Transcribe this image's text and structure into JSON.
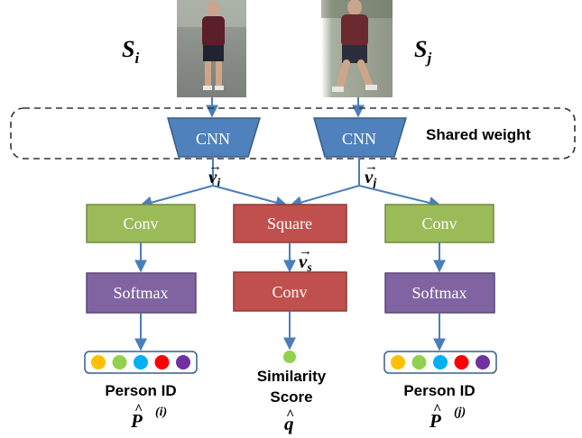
{
  "inputs": {
    "left_label_main": "S",
    "left_label_sub": "i",
    "right_label_main": "S",
    "right_label_sub": "j"
  },
  "shared_weight_label": "Shared weight",
  "cnn": {
    "left_label": "CNN",
    "right_label": "CNN"
  },
  "features": {
    "vi_main": "v",
    "vi_sub": "i",
    "vj_main": "v",
    "vj_sub": "j",
    "vs_main": "v",
    "vs_sub": "s",
    "arrow_mark": "→"
  },
  "blocks": {
    "left_conv": "Conv",
    "square": "Square",
    "right_conv": "Conv",
    "left_softmax": "Softmax",
    "middle_conv": "Conv",
    "right_softmax": "Softmax"
  },
  "outputs": {
    "left_title": "Person ID",
    "left_symbol": "P",
    "left_hat": "^",
    "left_sup": "(i)",
    "middle_title_line1": "Similarity",
    "middle_title_line2": "Score",
    "middle_symbol": "q",
    "middle_hat": "^",
    "right_title": "Person ID",
    "right_symbol": "P",
    "right_hat": "^",
    "right_sup": "(j)"
  },
  "dot_colors": [
    "#ffc000",
    "#92d050",
    "#00b0f0",
    "#ff0000",
    "#7030a0"
  ],
  "colors": {
    "cnn_fill": "#4f81bd",
    "conv_green": "#9bbb59",
    "square_red": "#c0504d",
    "softmax_purple": "#8064a2",
    "arrow": "#4a7ebb",
    "similarity_dot": "#92d050"
  }
}
